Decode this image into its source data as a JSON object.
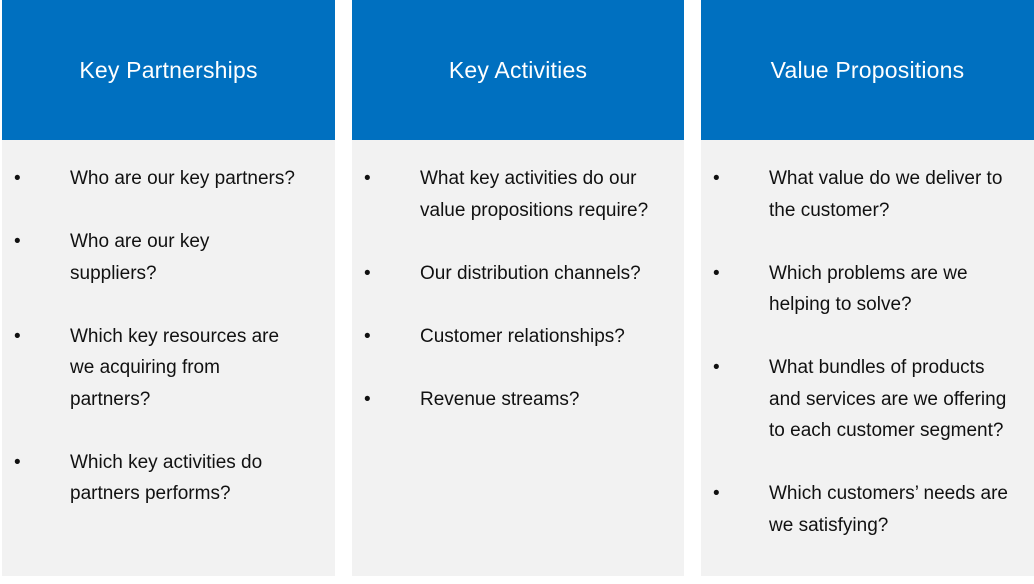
{
  "colors": {
    "header_bg": "#0070C0",
    "body_bg": "#F2F2F2",
    "header_text": "#FFFFFF",
    "body_text": "#111111"
  },
  "bullet_glyph": "•",
  "columns": [
    {
      "title": "Key Partnerships",
      "items": [
        "Who are our key partners?",
        "Who are our key suppliers?",
        "Which key resources are we acquiring from partners?",
        "Which key activities do partners performs?"
      ]
    },
    {
      "title": "Key Activities",
      "items": [
        "What key activities do our value propositions require?",
        "Our distribution channels?",
        "Customer relationships?",
        "Revenue streams?"
      ]
    },
    {
      "title": "Value Propositions",
      "items": [
        "What value do we deliver to the customer?",
        "Which problems are we helping to solve?",
        "What bundles of products and services are we offering to each customer segment?",
        "Which customers’ needs are we satisfying?"
      ]
    }
  ]
}
